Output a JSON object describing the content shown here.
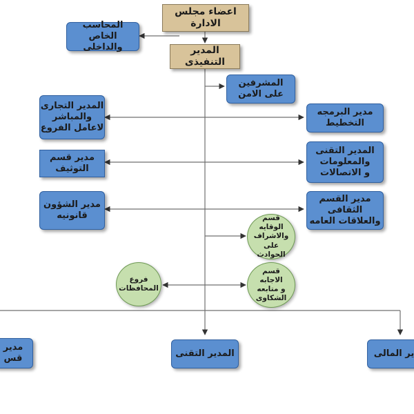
{
  "diagram": {
    "board": "اعضاء مجلس الادارة",
    "accountant": "المحاسب الخاص\nوالداخلى",
    "executive": "المدير التنفيذى",
    "security": "المشرفين\nعلى الامن",
    "commercial": "المدير التجارى\nوالمباشر\nلاعامل الفروع",
    "programming": "مدير البرمجه\nالتخطيط",
    "documentation": "مدير قسم\nالتوثيف",
    "technical_it": "المدير التقنى\nوالمعلومات\nو الاتصالات",
    "legal": "مدير الشؤون\nقانونيه",
    "culture": "مدير القسم الثقافى\nوالعلاقات العامه",
    "prevention": "قسم الوقايه\nوالاشراف\nعلى الحوادث",
    "complaints": "قسم الاجابه\nو متابعه\nالشكاوى",
    "branches": "فروع\nالمحافظات",
    "dept_left": "مدير قس",
    "technical": "المدير التقنى",
    "financial": "ير المالى"
  }
}
